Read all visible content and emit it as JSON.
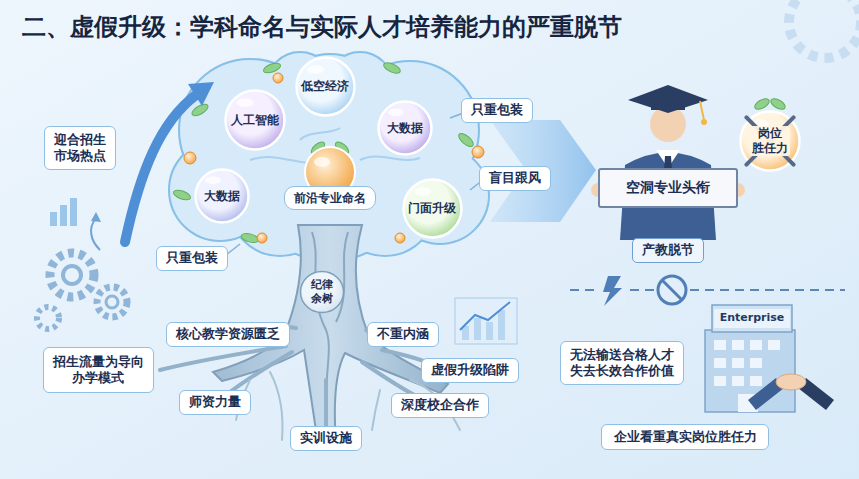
{
  "diagram": {
    "title": "二、虚假升级：学科命名与实际人才培养能力的严重脱节",
    "nodes": [
      {
        "text": [
          "迎合招生 市场热点"
        ]
      },
      {
        "text": [
          "人工智能"
        ]
      },
      {
        "text": [
          "低空经济"
        ]
      },
      {
        "text": [
          "大数据"
        ]
      },
      {
        "text": [
          "大数据"
        ]
      },
      {
        "text": [
          "前沿专业命名"
        ]
      },
      {
        "text": [
          "门面升级"
        ]
      },
      {
        "text": [
          "只重包装"
        ]
      },
      {
        "text": [
          "盲目跟风"
        ]
      },
      {
        "text": [
          "只重包装"
        ]
      },
      {
        "text": [
          "纪律 余树"
        ]
      },
      {
        "text": [
          "招生流量为导向 办学模式"
        ]
      },
      {
        "text": [
          "核心教学资源匮乏"
        ]
      },
      {
        "text": [
          "不重内涵"
        ]
      },
      {
        "text": [
          "虚假升级陷阱"
        ]
      },
      {
        "text": [
          "师资力量"
        ]
      },
      {
        "text": [
          "实训设施"
        ]
      },
      {
        "text": [
          "深度校企合作"
        ]
      },
      {
        "text": [
          "空洞专业头衔"
        ]
      },
      {
        "text": [
          "岗位 胜任力"
        ]
      },
      {
        "text": [
          "产教脱节"
        ]
      },
      {
        "text": [
          "无法输送合格人才 失去长效合作价值"
        ]
      },
      {
        "text": [
          "企业看重真实岗位胜任力"
        ]
      }
    ],
    "labels": [
      "Enterprise"
    ]
  }
}
